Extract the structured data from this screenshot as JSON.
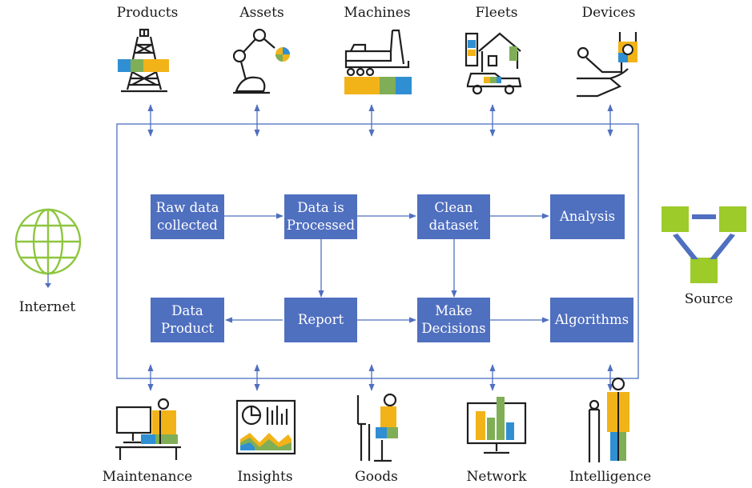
{
  "colors": {
    "box_fill": "#4f6fbf",
    "box_text": "#ffffff",
    "line": "#4f6fbf",
    "icon_stroke": "#1f1f1f",
    "accent_yellow": "#f2b319",
    "accent_blue": "#2f8fd2",
    "accent_green": "#7fae57",
    "source_green": "#9ccb2a",
    "globe_green": "#8dc63f"
  },
  "top_nodes": [
    {
      "label": "Products",
      "icon": "oil-rig-icon"
    },
    {
      "label": "Assets",
      "icon": "robot-arm-icon"
    },
    {
      "label": "Machines",
      "icon": "excavator-icon"
    },
    {
      "label": "Fleets",
      "icon": "truck-house-icon"
    },
    {
      "label": "Devices",
      "icon": "sensor-device-icon"
    }
  ],
  "bottom_nodes": [
    {
      "label": "Maintenance",
      "icon": "worker-desk-icon"
    },
    {
      "label": "Insights",
      "icon": "dashboard-icon"
    },
    {
      "label": "Goods",
      "icon": "person-at-desk-icon"
    },
    {
      "label": "Network",
      "icon": "monitor-chart-icon"
    },
    {
      "label": "Intelligence",
      "icon": "scientist-icon"
    }
  ],
  "left_node": {
    "label": "Internet",
    "icon": "globe-icon"
  },
  "right_node": {
    "label": "Source",
    "icon": "source-network-icon"
  },
  "process": {
    "raw": "Raw data\ncollected",
    "processed": "Data is\nProcessed",
    "clean": "Clean\ndataset",
    "analysis": "Analysis",
    "data_product": "Data\nProduct",
    "report": "Report",
    "decisions": "Make\nDecisions",
    "algorithms": "Algorithms"
  }
}
